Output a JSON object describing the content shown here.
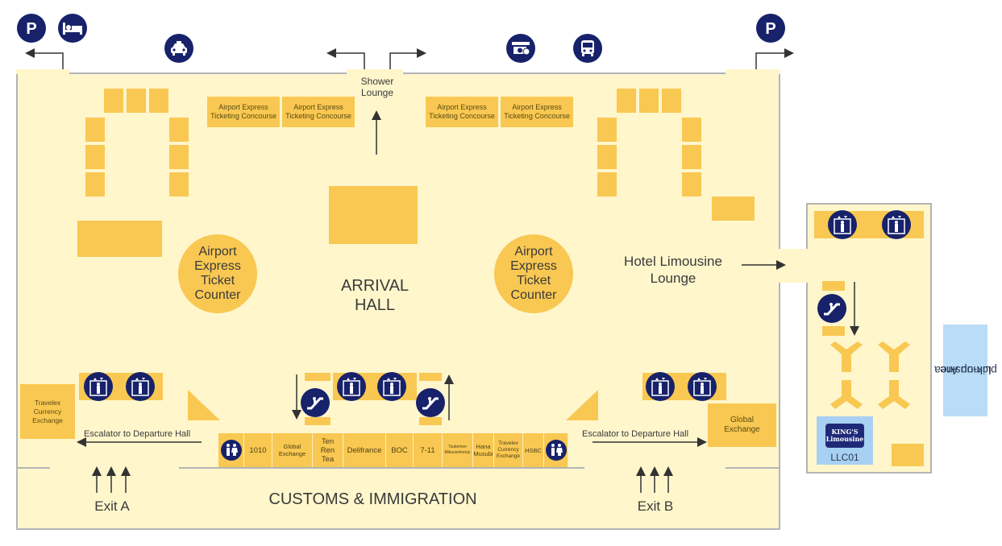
{
  "hall_label": [
    "ARRIVAL",
    "HALL"
  ],
  "customs_label": "CUSTOMS & IMMIGRATION",
  "shower_lounge": [
    "Shower",
    "Lounge"
  ],
  "hotel_limousine": [
    "Hotel Limousine",
    "Lounge"
  ],
  "ticket_counter": [
    "Airport",
    "Express",
    "Ticket",
    "Counter"
  ],
  "ticket_concourse": [
    "Airport Express",
    "Ticketing Concourse"
  ],
  "escalator_departure": "Escalator to Departure Hall",
  "exit_a": "Exit A",
  "exit_b": "Exit B",
  "travelex_left": [
    "Travelex",
    "Currency",
    "Exchange"
  ],
  "global_exchange_right": [
    "Global",
    "Exchange"
  ],
  "shops": {
    "s1010": "1010",
    "global": [
      "Global",
      "Exchange"
    ],
    "tenren": [
      "Ten",
      "Ren",
      "Tea"
    ],
    "delifrance": "Delifrance",
    "boc": "BOC",
    "seven": "7-11",
    "tsukemen": [
      "Tsukemen",
      "Mitsuzeimenjo"
    ],
    "hana": [
      "Hana",
      "Musubi"
    ],
    "travelex": [
      "Travelex",
      "Currency",
      "Exchange"
    ],
    "hsbc": "HSBC"
  },
  "pickup_area": [
    "Limousine",
    "pick-up Area"
  ],
  "kings": {
    "badge": [
      "KING'S",
      "Limousine"
    ],
    "code": "LLC01"
  },
  "colors": {
    "floor": "#fff6cc",
    "block": "#f9c852",
    "icon": "#17226b",
    "pickup": "#b9dcf7",
    "wall": "#b4b4b4"
  },
  "icons": [
    "parking-icon",
    "hotel-bed-icon",
    "taxi-icon",
    "money-exchange-icon",
    "bus-icon",
    "elevator-icon",
    "escalator-icon",
    "restroom-icon",
    "seat-icon"
  ]
}
